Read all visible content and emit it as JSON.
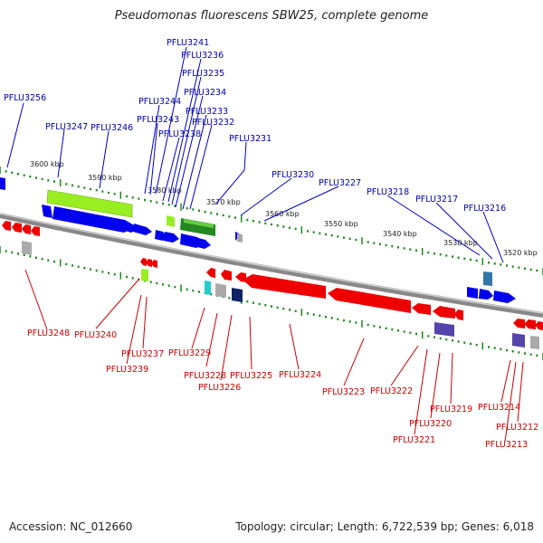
{
  "title": "Pseudomonas fluorescens SBW25, complete genome",
  "accession": "Accession: NC_012660",
  "summary": "Topology: circular; Length: 6,722,539 bp; Genes: 6,018",
  "colors": {
    "forward_gene": "#0000ee",
    "reverse_gene": "#ee0000",
    "forward_label": "#0000aa",
    "reverse_label": "#cc0000",
    "backbone": "#888888",
    "tick_minor": "#1a8a1a",
    "cds_light_green": "#99ee22",
    "cds_dark_green": "#228822",
    "cds_cyan": "#22cccc",
    "cds_grey": "#aaaaaa",
    "cds_navy": "#112266",
    "cds_purple": "#5544aa",
    "cds_steel": "#3377aa"
  },
  "scale": [
    "3600 kbp",
    "3590 kbp",
    "3580 kbp",
    "3570 kbp",
    "3560 kbp",
    "3550 kbp",
    "3540 kbp",
    "3530 kbp",
    "3520 kbp"
  ],
  "forward_labels": [
    "PFLU3256",
    "PFLU3247",
    "PFLU3246",
    "PFLU3241",
    "PFLU3236",
    "PFLU3235",
    "PFLU3234",
    "PFLU3244",
    "PFLU3243",
    "PFLU3233",
    "PFLU3232",
    "PFLU3238",
    "PFLU3231",
    "PFLU3230",
    "PFLU3227",
    "PFLU3218",
    "PFLU3217",
    "PFLU3216"
  ],
  "reverse_labels": [
    "PFLU3248",
    "PFLU3240",
    "PFLU3237",
    "PFLU3239",
    "PFLU3229",
    "PFLU3228",
    "PFLU3226",
    "PFLU3225",
    "PFLU3224",
    "PFLU3223",
    "PFLU3222",
    "PFLU3221",
    "PFLU3220",
    "PFLU3219",
    "PFLU3214",
    "PFLU3213",
    "PFLU3212"
  ]
}
